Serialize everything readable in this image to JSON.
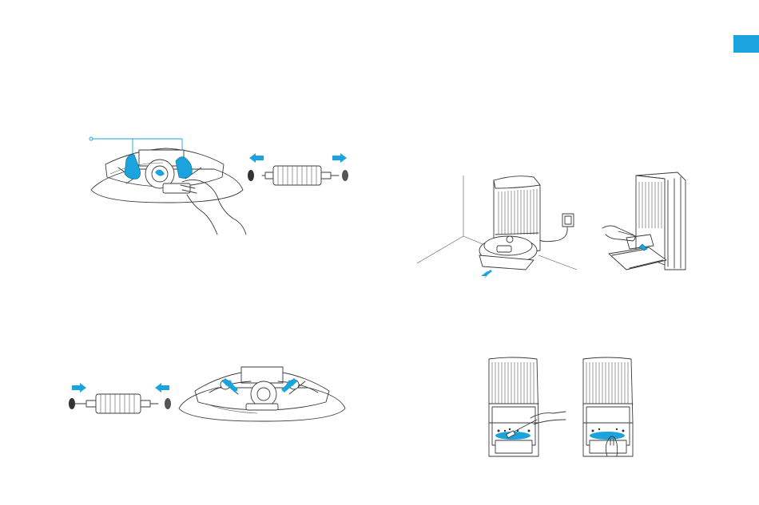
{
  "page": {
    "background": "#ffffff"
  },
  "section_tab": {
    "color": "#1aa3dc"
  },
  "colors": {
    "accent": "#1aa3dc",
    "line": "#3a3a3a"
  },
  "illustrations": [
    {
      "id": "remove-roller-from-mop-cover",
      "icon": "mop-cover-hands-icon"
    },
    {
      "id": "roller-disassembled",
      "icon": "roller-arrows-outward-icon"
    },
    {
      "id": "reinstall-roller",
      "icon": "roller-arrows-inward-icon"
    },
    {
      "id": "mop-cover-install",
      "icon": "mop-cover-press-icon"
    },
    {
      "id": "dock-with-robot-wall-outlet",
      "icon": "dock-robot-outlet-icon"
    },
    {
      "id": "dock-remove-tray",
      "icon": "dock-tray-hand-icon"
    },
    {
      "id": "dock-clean-tray-left",
      "icon": "dock-front-brush-icon"
    },
    {
      "id": "dock-clean-tray-right",
      "icon": "dock-front-hand-icon"
    }
  ]
}
